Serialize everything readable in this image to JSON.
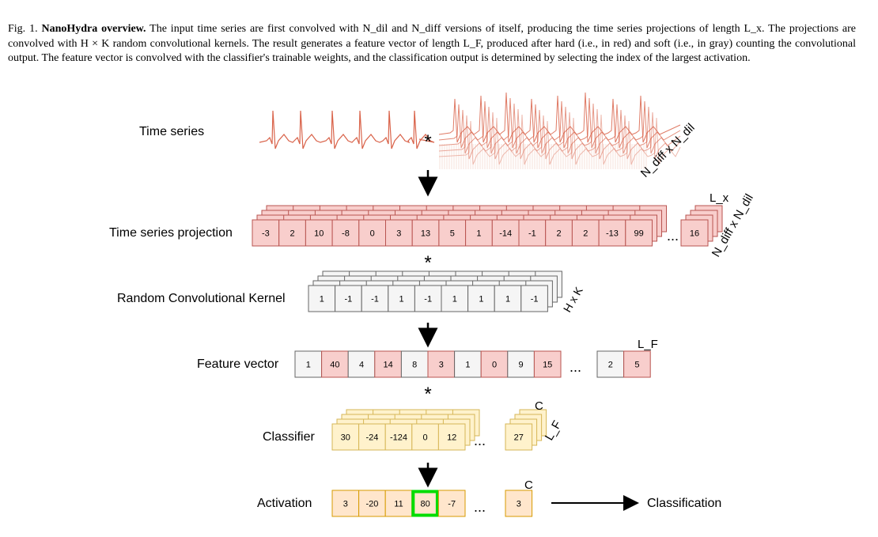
{
  "caption": {
    "fig_label": "Fig. 1.",
    "title": "NanoHydra overview.",
    "text": "The input time series are first convolved with N_dil and N_diff versions of itself, producing the time series projections of length L_x. The projections are convolved with H × K random convolutional kernels. The result generates a feature vector of length L_F, produced after hard (i.e., in red) and soft (i.e., in gray) counting the convolutional output. The feature vector is convolved with the classifier's trainable weights, and the classification output is determined by selecting the index of the largest activation."
  },
  "rows": {
    "time_series": "Time series",
    "projection": "Time series projection",
    "kernel": "Random Convolutional Kernel",
    "feature": "Feature vector",
    "classifier": "Classifier",
    "activation": "Activation",
    "classification": "Classification"
  },
  "annotations": {
    "ndiff_ndil_top": "N_diff x N_dil",
    "ndiff_ndil_proj": "N_diff x N_dil",
    "lx": "L_x",
    "hxk": "H x K",
    "lf_feature": "L_F",
    "lf_classifier": "L_F",
    "c_classifier": "C",
    "c_activation": "C",
    "conv": "*",
    "ellipsis": "..."
  },
  "projection_values": [
    "-3",
    "2",
    "10",
    "-8",
    "0",
    "3",
    "13",
    "5",
    "1",
    "-14",
    "-1",
    "2",
    "2",
    "-13",
    "99"
  ],
  "projection_last": "16",
  "kernel_values": [
    "1",
    "-1",
    "-1",
    "1",
    "-1",
    "1",
    "1",
    "1",
    "-1"
  ],
  "feature_values": [
    {
      "v": "1",
      "c": "gray"
    },
    {
      "v": "40",
      "c": "red"
    },
    {
      "v": "4",
      "c": "gray"
    },
    {
      "v": "14",
      "c": "red"
    },
    {
      "v": "8",
      "c": "gray"
    },
    {
      "v": "3",
      "c": "red"
    },
    {
      "v": "1",
      "c": "gray"
    },
    {
      "v": "0",
      "c": "red"
    },
    {
      "v": "9",
      "c": "gray"
    },
    {
      "v": "15",
      "c": "red"
    }
  ],
  "feature_tail": [
    {
      "v": "2",
      "c": "gray"
    },
    {
      "v": "5",
      "c": "red"
    }
  ],
  "classifier_values": [
    "30",
    "-24",
    "-124",
    "0",
    "12"
  ],
  "classifier_last": "27",
  "activation_values": [
    "3",
    "-20",
    "11",
    "80",
    "-7"
  ],
  "activation_last": "3",
  "activation_max_index": 3,
  "colors": {
    "red_fill": "#f8cecc",
    "red_stroke": "#b85450",
    "gray_fill": "#f5f5f5",
    "gray_stroke": "#666666",
    "yellow_fill": "#fff2cc",
    "yellow_stroke": "#d6b656",
    "orange_fill": "#ffe6cc",
    "orange_stroke": "#d79b00",
    "highlight": "#00dd00",
    "signal": "#d9634a"
  }
}
